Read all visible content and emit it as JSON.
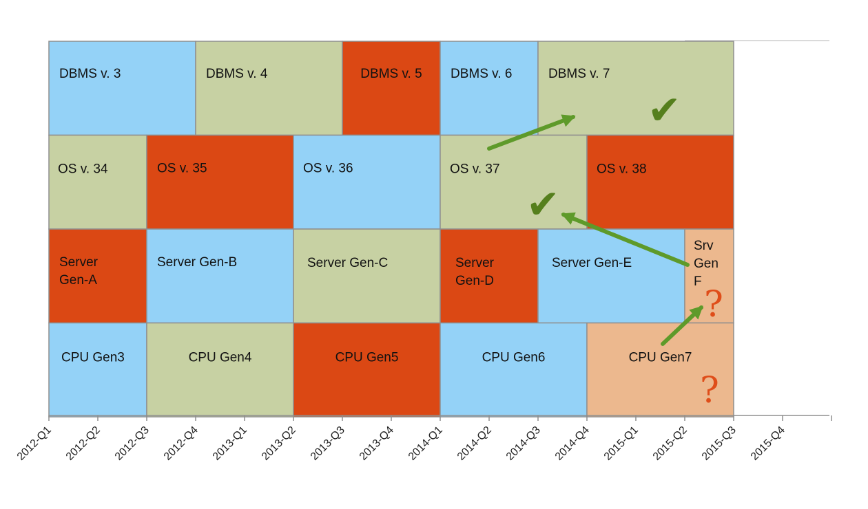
{
  "colors": {
    "blue": "#94d2f7",
    "green": "#c7d1a3",
    "red": "#db4814",
    "peach": "#ecb88e",
    "border": "#8f8f8f",
    "arrow": "#5e9a2a",
    "check": "#557f1d",
    "question": "#df4d19"
  },
  "chart_data": {
    "type": "timeline",
    "x_ticks": [
      "2012-Q1",
      "2012-Q2",
      "2012-Q3",
      "2012-Q4",
      "2013-Q1",
      "2013-Q2",
      "2013-Q3",
      "2013-Q4",
      "2014-Q1",
      "2014-Q2",
      "2014-Q3",
      "2014-Q4",
      "2015-Q1",
      "2015-Q2",
      "2015-Q3",
      "2015-Q4"
    ],
    "rows": [
      {
        "name": "DBMS",
        "items": [
          {
            "label": "DBMS v. 3",
            "start": "2012-Q1",
            "end": "2012-Q3",
            "color": "blue"
          },
          {
            "label": "DBMS v. 4",
            "start": "2012-Q4",
            "end": "2013-Q2",
            "color": "green"
          },
          {
            "label": "DBMS v. 5",
            "start": "2013-Q3",
            "end": "2013-Q4",
            "color": "red"
          },
          {
            "label": "DBMS v. 6",
            "start": "2014-Q1",
            "end": "2014-Q2",
            "color": "blue"
          },
          {
            "label": "DBMS v. 7",
            "start": "2014-Q3",
            "end": "2015-Q2",
            "color": "green"
          }
        ]
      },
      {
        "name": "OS",
        "items": [
          {
            "label": "OS v. 34",
            "start": "2012-Q1",
            "end": "2012-Q2",
            "color": "green"
          },
          {
            "label": "OS v. 35",
            "start": "2012-Q3",
            "end": "2013-Q1",
            "color": "red"
          },
          {
            "label": "OS v. 36",
            "start": "2013-Q2",
            "end": "2013-Q4",
            "color": "blue"
          },
          {
            "label": "OS v. 37",
            "start": "2014-Q1",
            "end": "2014-Q3",
            "color": "green"
          },
          {
            "label": "OS v. 38",
            "start": "2014-Q4",
            "end": "2015-Q2",
            "color": "red"
          }
        ]
      },
      {
        "name": "Server",
        "items": [
          {
            "label": "Server Gen-A",
            "start": "2012-Q1",
            "end": "2012-Q2",
            "color": "red"
          },
          {
            "label": "Server Gen-B",
            "start": "2012-Q3",
            "end": "2013-Q1",
            "color": "blue"
          },
          {
            "label": "Server Gen-C",
            "start": "2013-Q2",
            "end": "2013-Q4",
            "color": "green"
          },
          {
            "label": "Server Gen-D",
            "start": "2014-Q1",
            "end": "2014-Q2",
            "color": "red"
          },
          {
            "label": "Server Gen-E",
            "start": "2014-Q3",
            "end": "2015-Q1",
            "color": "blue"
          },
          {
            "label": "Srv Gen F",
            "start": "2015-Q2",
            "end": "2015-Q2",
            "color": "peach"
          }
        ]
      },
      {
        "name": "CPU",
        "items": [
          {
            "label": "CPU Gen3",
            "start": "2012-Q1",
            "end": "2012-Q2",
            "color": "blue"
          },
          {
            "label": "CPU Gen4",
            "start": "2012-Q3",
            "end": "2013-Q1",
            "color": "green"
          },
          {
            "label": "CPU Gen5",
            "start": "2013-Q2",
            "end": "2013-Q4",
            "color": "red"
          },
          {
            "label": "CPU Gen6",
            "start": "2014-Q1",
            "end": "2014-Q3",
            "color": "blue"
          },
          {
            "label": "CPU Gen7",
            "start": "2014-Q4",
            "end": "2015-Q2",
            "color": "peach"
          }
        ]
      }
    ],
    "annotations": [
      {
        "type": "arrow",
        "from": "OS v. 37",
        "to": "DBMS v. 7"
      },
      {
        "type": "arrow",
        "from": "Srv Gen F",
        "to": "OS v. 37"
      },
      {
        "type": "arrow",
        "from": "CPU Gen7",
        "to": "Srv Gen F"
      },
      {
        "type": "check",
        "text": "✔",
        "on": "DBMS v. 7"
      },
      {
        "type": "check",
        "text": "✔",
        "on": "OS v. 37"
      },
      {
        "type": "question",
        "text": "?",
        "on": "Srv Gen F"
      },
      {
        "type": "question",
        "text": "?",
        "on": "CPU Gen7"
      }
    ],
    "title": "",
    "xlabel": "",
    "ylabel": "",
    "grid": false,
    "legend": "none"
  }
}
